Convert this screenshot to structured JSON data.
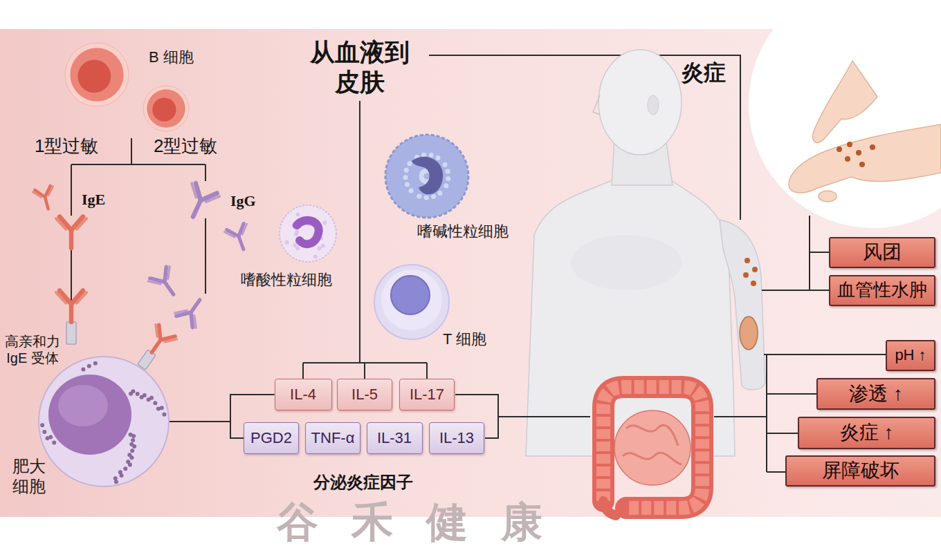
{
  "diagram": {
    "nodes": [
      {
        "text": [
          "B 细胞"
        ]
      },
      {
        "text": [
          "嗜酸性粒细胞"
        ]
      },
      {
        "text": [
          "嗜碱性粒细胞"
        ]
      },
      {
        "text": [
          "T 细胞"
        ]
      },
      {
        "text": [
          "肥大 细胞"
        ]
      },
      {
        "text": [
          "IL-4"
        ]
      },
      {
        "text": [
          "IL-5"
        ]
      },
      {
        "text": [
          "IL-17"
        ]
      },
      {
        "text": [
          "PGD2"
        ]
      },
      {
        "text": [
          "TNF-α"
        ]
      },
      {
        "text": [
          "IL-31"
        ]
      },
      {
        "text": [
          "IL-13"
        ]
      },
      {
        "text": [
          "风团"
        ]
      },
      {
        "text": [
          "血管性水肿"
        ]
      },
      {
        "text": [
          "pH ↑"
        ]
      },
      {
        "text": [
          "渗透 ↑"
        ]
      },
      {
        "text": [
          "炎症 ↑"
        ]
      },
      {
        "text": [
          "屏障破坏"
        ]
      }
    ],
    "edges": [
      {
        "from": 4,
        "to": 5,
        "arrow": "none"
      },
      {
        "from": 4,
        "to": 8,
        "arrow": "none"
      }
    ],
    "labels": [
      "从血液到 皮肤",
      "炎症",
      "1型过敏",
      "2型过敏",
      "IgE",
      "IgG",
      "高亲和力 IgE 受体",
      "分泌炎症因子",
      "谷禾健康"
    ]
  }
}
